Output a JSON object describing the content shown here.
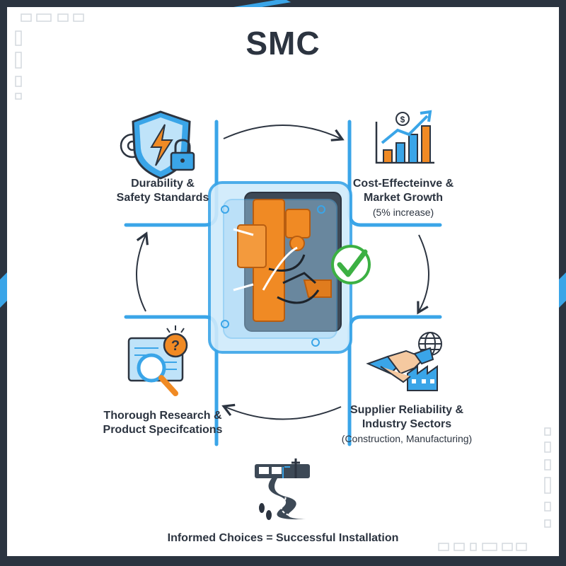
{
  "title": "SMC",
  "nodes": {
    "durability": {
      "line1": "Durability &",
      "line2": "Safety Standards"
    },
    "cost": {
      "line1": "Cost-Effecteinve &",
      "line2": "Market Growth",
      "sub": "(5% increase)"
    },
    "supplier": {
      "line1": "Supplier Reliability &",
      "line2": "Industry Sectors",
      "sub": "(Construction, Manufacturing)"
    },
    "research": {
      "line1": "Thorough Research &",
      "line2": "Product Specifcations"
    }
  },
  "footer": "Informed Choices = Successful Installation",
  "colors": {
    "accent": "#3aa5e8",
    "orange": "#f08a24",
    "dark": "#2c3440",
    "green": "#3cb043"
  },
  "icons": [
    "shield-lightning-icon",
    "gear-icon",
    "padlock-icon",
    "rising-bar-chart-icon",
    "dollar-coin-icon",
    "handshake-icon",
    "globe-icon",
    "factory-icon",
    "magnifier-icon",
    "blueprint-icon",
    "lightbulb-question-icon",
    "road-path-icon",
    "footprints-icon",
    "checkmark-icon",
    "electrical-enclosure-icon"
  ]
}
